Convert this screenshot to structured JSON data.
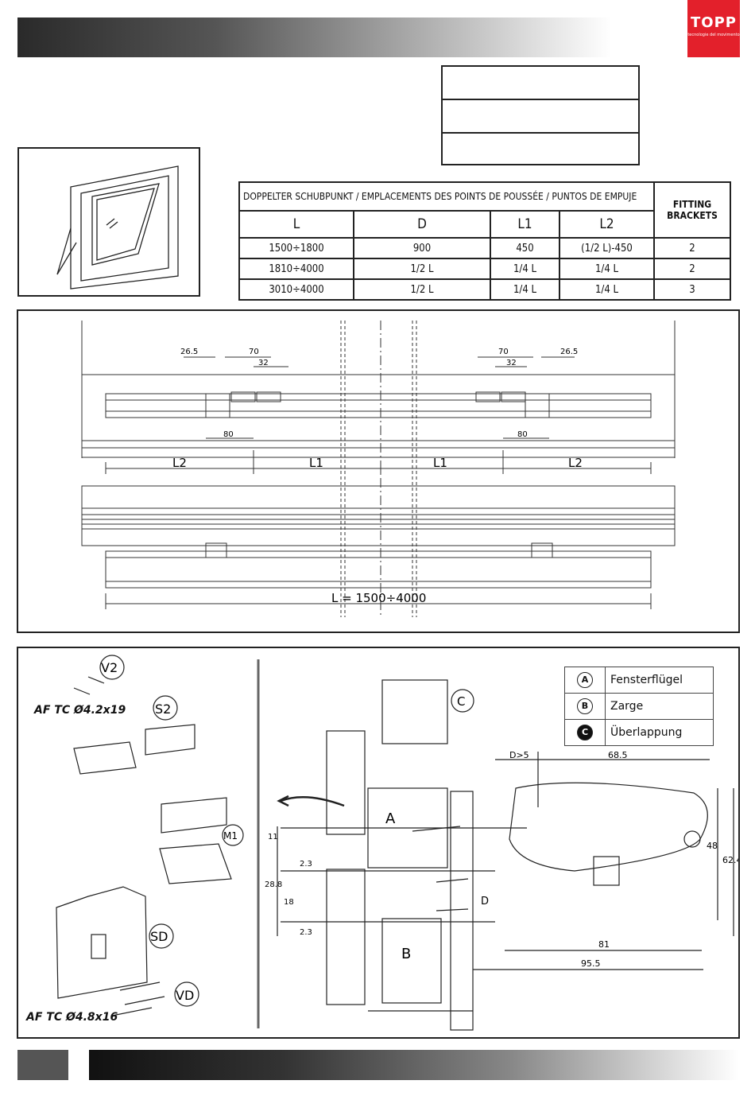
{
  "header": {
    "logo_text": "TOPP",
    "logo_sub": "tecnologie del movimento",
    "accent": "#e3202b"
  },
  "table": {
    "title": "DOPPELTER SCHUBPUNKT / EMPLACEMENTS DES POINTS DE POUSSÉE / PUNTOS DE EMPUJE",
    "brackets_header": "FITTING BRACKETS",
    "columns": [
      "L",
      "D",
      "L1",
      "L2"
    ],
    "rows": [
      [
        "1500÷1800",
        "900",
        "450",
        "(1/2 L)-450",
        "2"
      ],
      [
        "1810÷4000",
        "1/2 L",
        "1/4 L",
        "1/4 L",
        "2"
      ],
      [
        "3010÷4000",
        "1/2 L",
        "1/4 L",
        "1/4 L",
        "3"
      ]
    ]
  },
  "drawing1": {
    "dim_26_5": "26.5",
    "dim_70": "70",
    "dim_32": "32",
    "dim_80": "80",
    "L2": "L2",
    "L1": "L1",
    "total": "L = 1500÷4000"
  },
  "parts": {
    "V2": "V2",
    "S2": "S2",
    "M1": "M1",
    "SD": "SD",
    "VD": "VD",
    "screw1": "AF TC Ø4.2x19",
    "screw2": "AF TC Ø4.8x16"
  },
  "section": {
    "C": "C",
    "A": "A",
    "B": "B",
    "D": "D",
    "dims": {
      "d5": "D>5",
      "d68": "68.5",
      "d48": "48",
      "d62": "62.4",
      "d81": "81",
      "d95": "95.5",
      "d11": "11",
      "d23a": "2.3",
      "d288": "28.8",
      "d18": "18",
      "d23b": "2.3"
    }
  },
  "legend": [
    {
      "key": "A",
      "label": "Fensterflügel"
    },
    {
      "key": "B",
      "label": "Zarge"
    },
    {
      "key": "C",
      "label": "Überlappung"
    }
  ]
}
